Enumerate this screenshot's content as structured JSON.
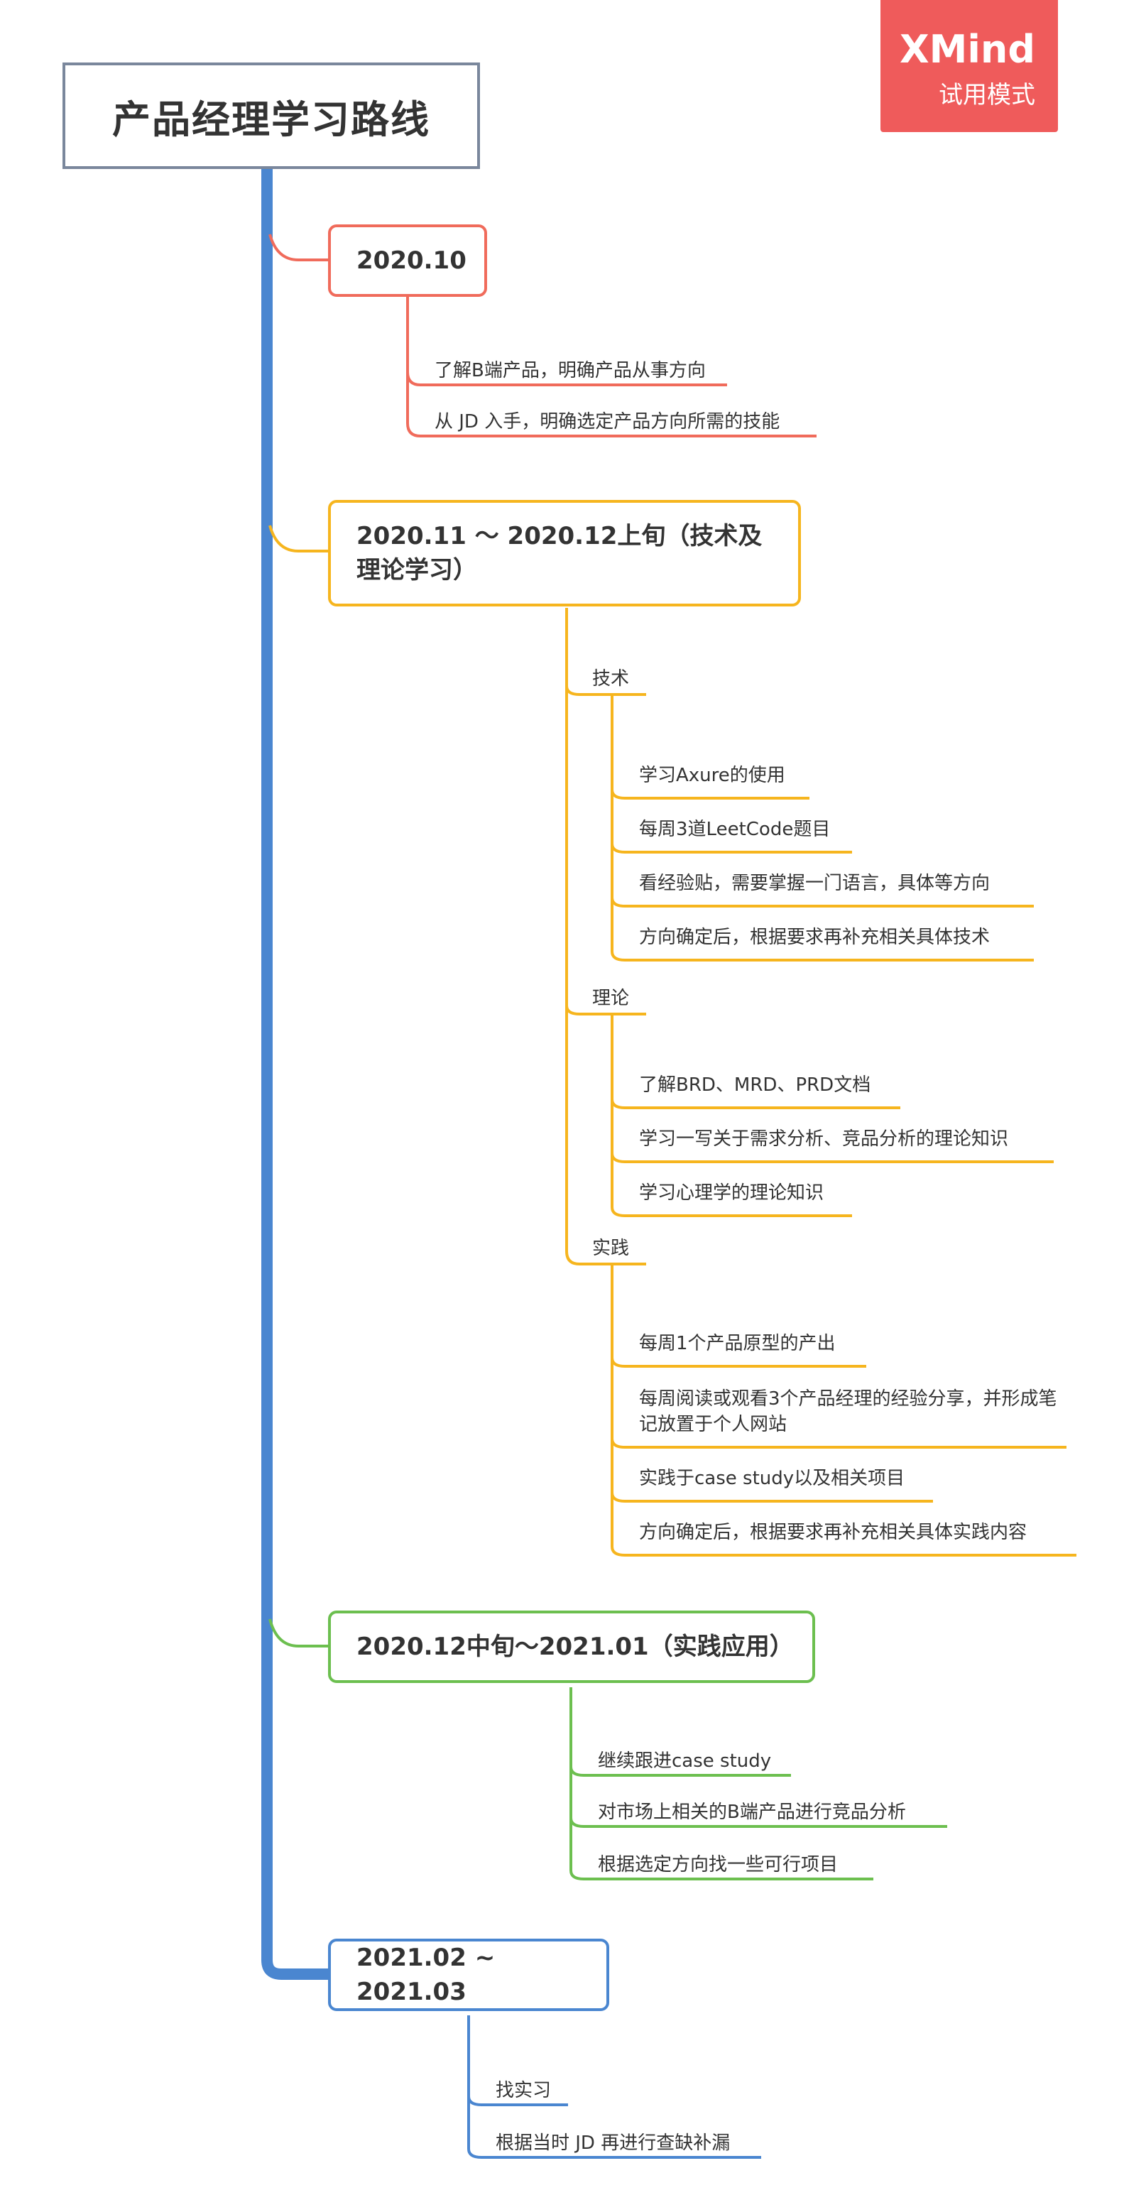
{
  "app": {
    "badge_brand": "XMind",
    "badge_mode": "试用模式"
  },
  "colors": {
    "spine": "#4a86d0",
    "t1": "#f06b5b",
    "t2": "#f6b51e",
    "t3": "#6cbf4f",
    "t4": "#4a86d0"
  },
  "root": {
    "title": "产品经理学习路线"
  },
  "topics": [
    {
      "title": "2020.10",
      "items": [
        "了解B端产品，明确产品从事方向",
        "从 JD 入手，明确选定产品方向所需的技能"
      ]
    },
    {
      "title": "2020.11 ～ 2020.12上旬（技术及理论学习）",
      "groups": [
        {
          "title": "技术",
          "items": [
            "学习Axure的使用",
            "每周3道LeetCode题目",
            "看经验贴，需要掌握一门语言，具体等方向",
            "方向确定后，根据要求再补充相关具体技术"
          ]
        },
        {
          "title": "理论",
          "items": [
            "了解BRD、MRD、PRD文档",
            "学习一写关于需求分析、竞品分析的理论知识",
            "学习心理学的理论知识"
          ]
        },
        {
          "title": "实践",
          "items": [
            "每周1个产品原型的产出",
            "每周阅读或观看3个产品经理的经验分享，并形成笔记放置于个人网站",
            "实践于case study以及相关项目",
            "方向确定后，根据要求再补充相关具体实践内容"
          ]
        }
      ]
    },
    {
      "title": "2020.12中旬～2021.01（实践应用）",
      "items": [
        "继续跟进case study",
        "对市场上相关的B端产品进行竞品分析",
        "根据选定方向找一些可行项目"
      ]
    },
    {
      "title": "2021.02 ~ 2021.03",
      "items": [
        "找实习",
        "根据当时 JD 再进行查缺补漏"
      ]
    }
  ]
}
